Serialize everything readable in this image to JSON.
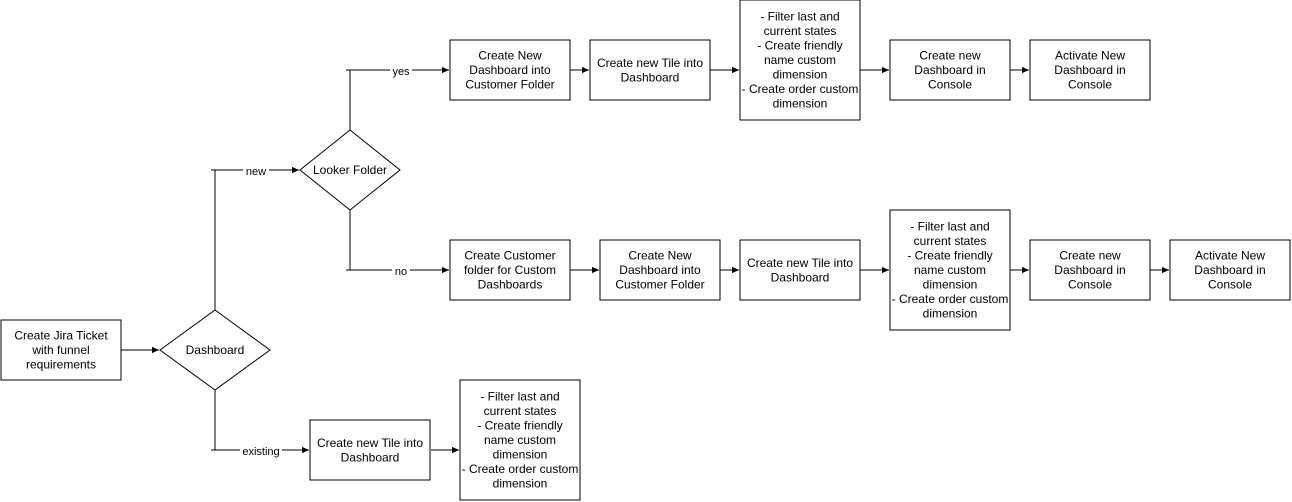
{
  "nodes": {
    "jira": {
      "lines": [
        "Create Jira Ticket",
        "with funnel",
        "requirements"
      ]
    },
    "dashboard": {
      "lines": [
        "Dashboard"
      ]
    },
    "looker": {
      "lines": [
        "Looker Folder"
      ]
    },
    "y_new_dash": {
      "lines": [
        "Create New",
        "Dashboard into",
        "Customer Folder"
      ]
    },
    "y_new_tile": {
      "lines": [
        "Create new Tile into",
        "Dashboard"
      ]
    },
    "y_filter": {
      "lines": [
        "- Filter last and",
        "current states",
        "- Create friendly",
        "name custom",
        "dimension",
        "- Create order custom",
        "dimension"
      ]
    },
    "y_console": {
      "lines": [
        "Create new",
        "Dashboard in",
        "Console"
      ]
    },
    "y_activate": {
      "lines": [
        "Activate New",
        "Dashboard in",
        "Console"
      ]
    },
    "n_folder": {
      "lines": [
        "Create Customer",
        "folder for Custom",
        "Dashboards"
      ]
    },
    "n_new_dash": {
      "lines": [
        "Create New",
        "Dashboard into",
        "Customer Folder"
      ]
    },
    "n_new_tile": {
      "lines": [
        "Create new Tile into",
        "Dashboard"
      ]
    },
    "n_filter": {
      "lines": [
        "- Filter last and",
        "current states",
        "- Create friendly",
        "name custom",
        "dimension",
        "- Create order custom",
        "dimension"
      ]
    },
    "n_console": {
      "lines": [
        "Create new",
        "Dashboard in",
        "Console"
      ]
    },
    "n_activate": {
      "lines": [
        "Activate New",
        "Dashboard in",
        "Console"
      ]
    },
    "e_new_tile": {
      "lines": [
        "Create new Tile into",
        "Dashboard"
      ]
    },
    "e_filter": {
      "lines": [
        "- Filter last and",
        "current states",
        "- Create friendly",
        "name custom",
        "dimension",
        "- Create order custom",
        "dimension"
      ]
    }
  },
  "edge_labels": {
    "yes": "yes",
    "no": "no",
    "new": "new",
    "existing": "existing"
  }
}
